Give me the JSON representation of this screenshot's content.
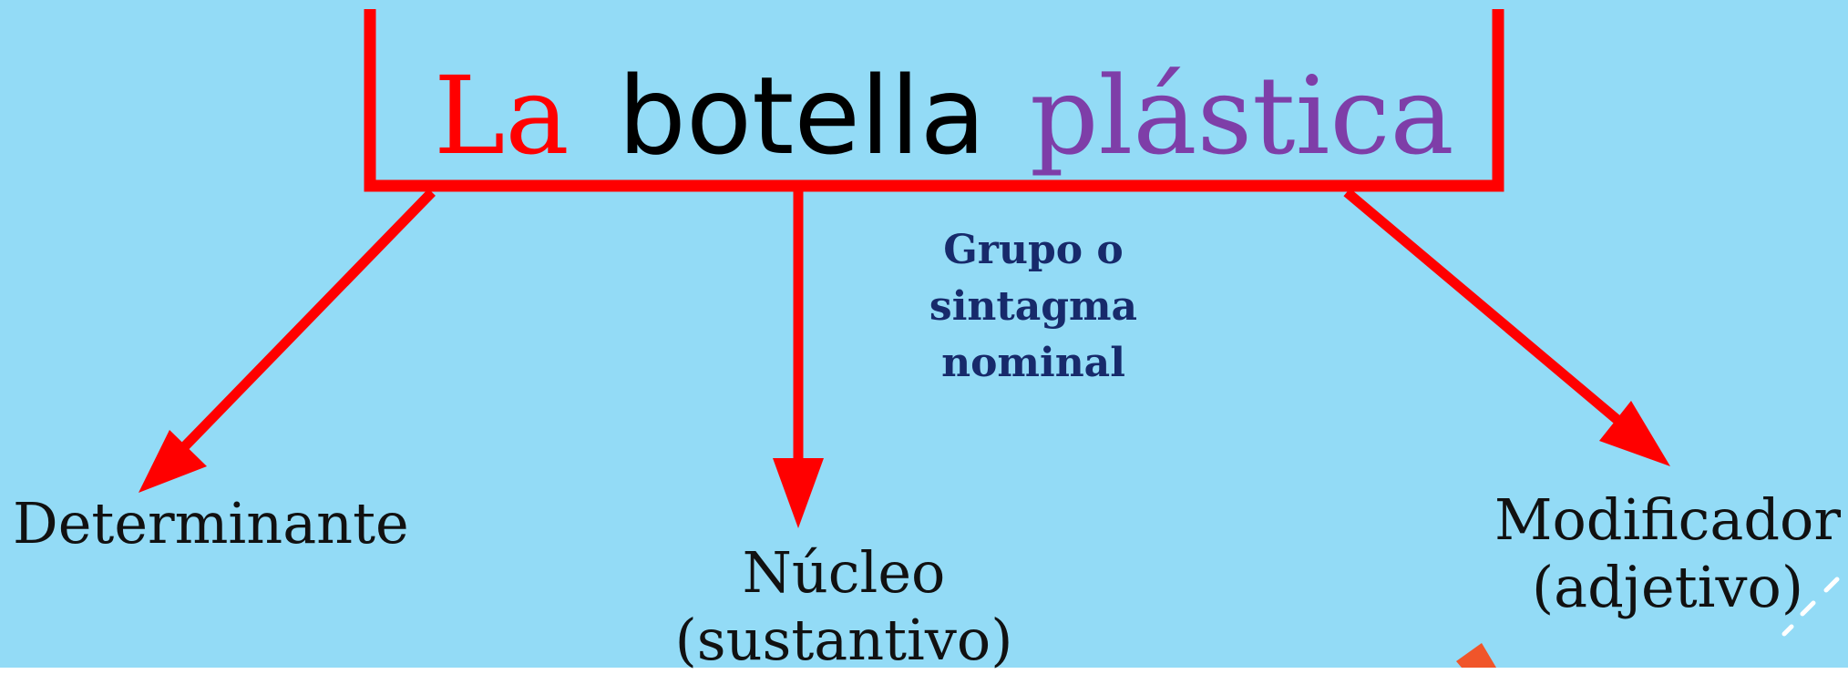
{
  "colors": {
    "background": "#93dbf6",
    "bracket": "#ff0000",
    "article": "#ff0000",
    "noun": "#000000",
    "adjective": "#7e3ea8",
    "group_label": "#172a6b",
    "role_text": "#111111",
    "deco_orange": "#f0552a",
    "deco_white": "#ffffff"
  },
  "phrase": {
    "article": "La",
    "noun": "botella",
    "adjective": "plástica"
  },
  "group_label": {
    "line1": "Grupo o",
    "line2": "sintagma",
    "line3": "nominal"
  },
  "roles": {
    "determinante": "Determinante",
    "nucleo_line1": "Núcleo",
    "nucleo_line2": "(sustantivo)",
    "modificador_line1": "Modificador",
    "modificador_line2": "(adjetivo)"
  },
  "icons": {
    "arrow": "arrow-icon",
    "decoration": "confetti-icon"
  }
}
